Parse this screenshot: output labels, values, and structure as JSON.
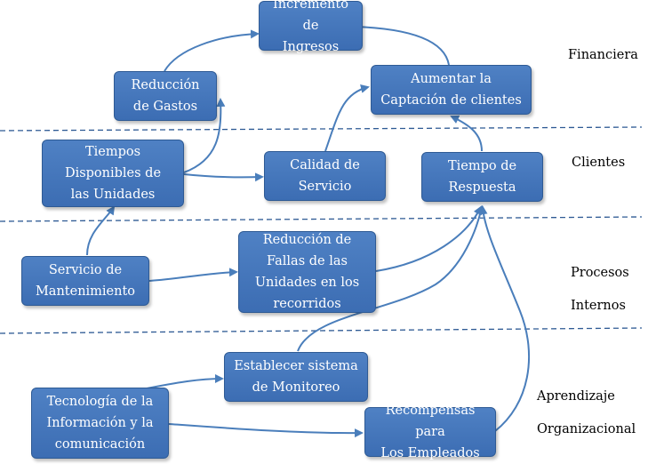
{
  "colors": {
    "node_fill": "#4f81c4",
    "node_border": "#2e5a94",
    "connector": "#4a7ebb",
    "separator": "#2e5a94"
  },
  "nodes": {
    "incremento_ingresos": "Incremento de\nIngresos",
    "reduccion_gastos": "Reducción\nde Gastos",
    "aumentar_captacion": "Aumentar la\nCaptación de clientes",
    "tiempos_disponibles": "Tiempos\nDisponibles de\nlas Unidades",
    "calidad_servicio": "Calidad de\nServicio",
    "tiempo_respuesta": "Tiempo de\nRespuesta",
    "servicio_mantenimiento": "Servicio de\nMantenimiento",
    "reduccion_fallas": "Reducción de\nFallas de las\nUnidades en los\nrecorridos",
    "establecer_monitoreo": "Establecer sistema\nde Monitoreo",
    "tecnologia_informacion": "Tecnología de la\nInformación y la\ncomunicación",
    "recompensas_empleados": "Recompensas para\nLos Empleados"
  },
  "perspectives": {
    "financiera": "Financiera",
    "clientes": "Clientes",
    "procesos": "Procesos",
    "internos": "Internos",
    "aprendizaje": "Aprendizaje",
    "organizacional": "Organizacional"
  }
}
